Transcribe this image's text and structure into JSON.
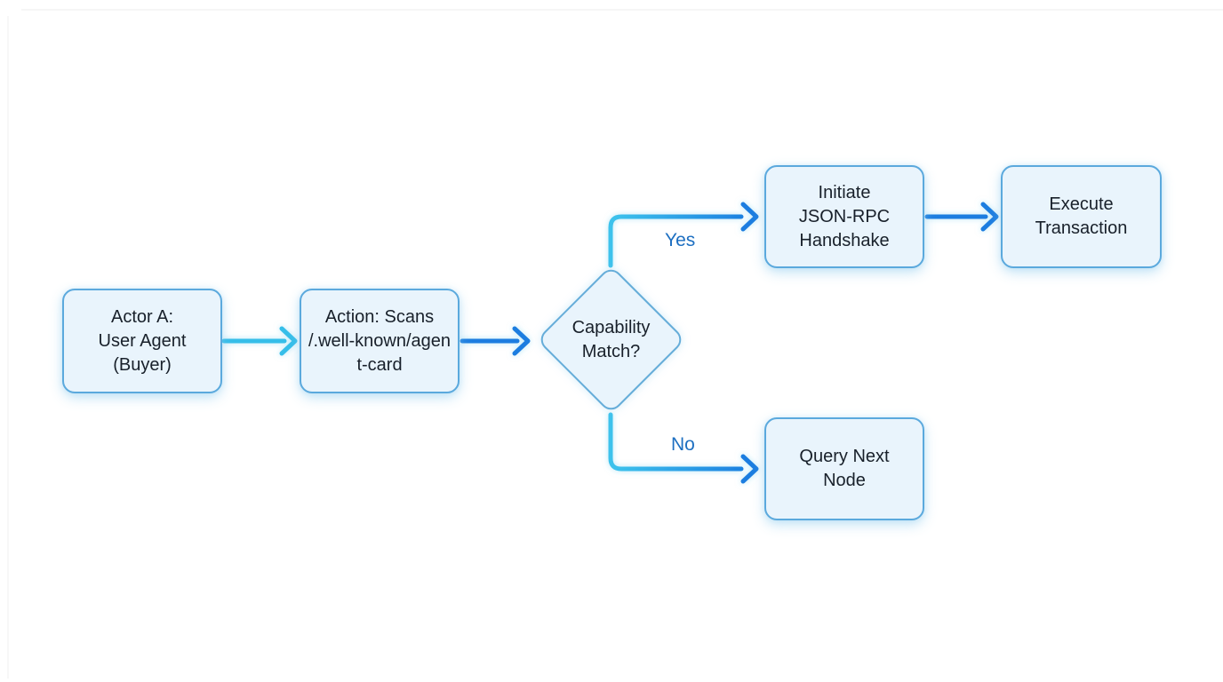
{
  "diagram": {
    "type": "flowchart",
    "background": "#ffffff",
    "colors": {
      "node_fill": "#e9f4fc",
      "node_border": "#5ba9dd",
      "node_text": "#18202a",
      "arrow_cyan": "#35bee9",
      "arrow_blue": "#1b7de0",
      "branch_label": "#1d6fc1"
    },
    "nodes": {
      "actor": {
        "shape": "rounded-rect",
        "lines": [
          "Actor A:",
          "User Agent",
          "(Buyer)"
        ]
      },
      "action": {
        "shape": "rounded-rect",
        "lines": [
          "Action: Scans",
          "/.well-known/agen",
          "t-card"
        ]
      },
      "decision": {
        "shape": "diamond",
        "lines": [
          "Capability",
          "Match?"
        ]
      },
      "handshake": {
        "shape": "rounded-rect",
        "lines": [
          "Initiate",
          "JSON-RPC",
          "Handshake"
        ]
      },
      "execute": {
        "shape": "rounded-rect",
        "lines": [
          "Execute",
          "Transaction"
        ]
      },
      "query": {
        "shape": "rounded-rect",
        "lines": [
          "Query Next",
          "Node"
        ]
      }
    },
    "edges": [
      {
        "from": "actor",
        "to": "action",
        "label": "",
        "style": "cyan"
      },
      {
        "from": "action",
        "to": "decision",
        "label": "",
        "style": "blue"
      },
      {
        "from": "decision",
        "to": "handshake",
        "label": "Yes",
        "style": "cyan-to-blue"
      },
      {
        "from": "handshake",
        "to": "execute",
        "label": "",
        "style": "blue"
      },
      {
        "from": "decision",
        "to": "query",
        "label": "No",
        "style": "cyan-to-blue"
      }
    ],
    "yes_label": "Yes",
    "no_label": "No"
  }
}
